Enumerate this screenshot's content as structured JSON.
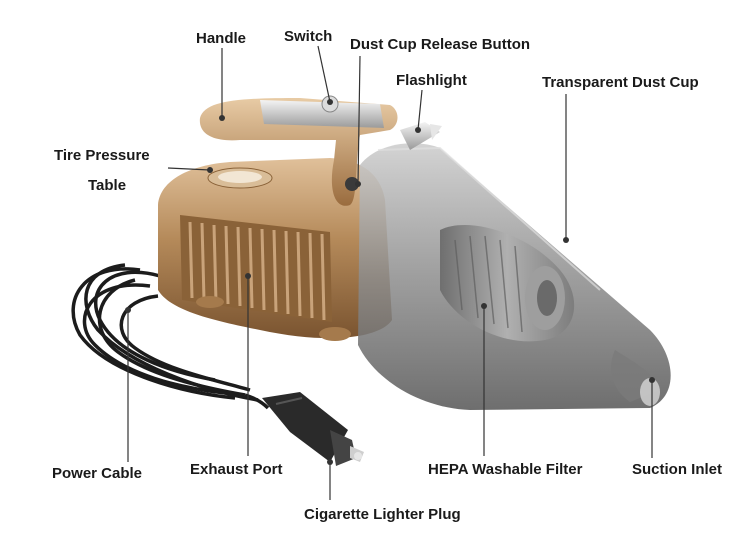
{
  "labels": {
    "handle": "Handle",
    "switch": "Switch",
    "dust_cup_release": "Dust Cup Release Button",
    "flashlight": "Flashlight",
    "transparent_dust_cup": "Transparent Dust Cup",
    "tire_pressure_line1": "Tire Pressure",
    "tire_pressure_line2": "Table",
    "power_cable": "Power Cable",
    "exhaust_port": "Exhaust Port",
    "hepa_filter": "HEPA Washable Filter",
    "suction_inlet": "Suction Inlet",
    "cigarette_plug": "Cigarette Lighter Plug"
  },
  "colors": {
    "body_gold": "#b58a5a",
    "body_dark": "#8a6238",
    "chrome": "#c9c9c9",
    "cup": "#9a9a9a",
    "filter": "#8c8c8c",
    "cable": "#1c1c1c",
    "leader": "#333333"
  }
}
